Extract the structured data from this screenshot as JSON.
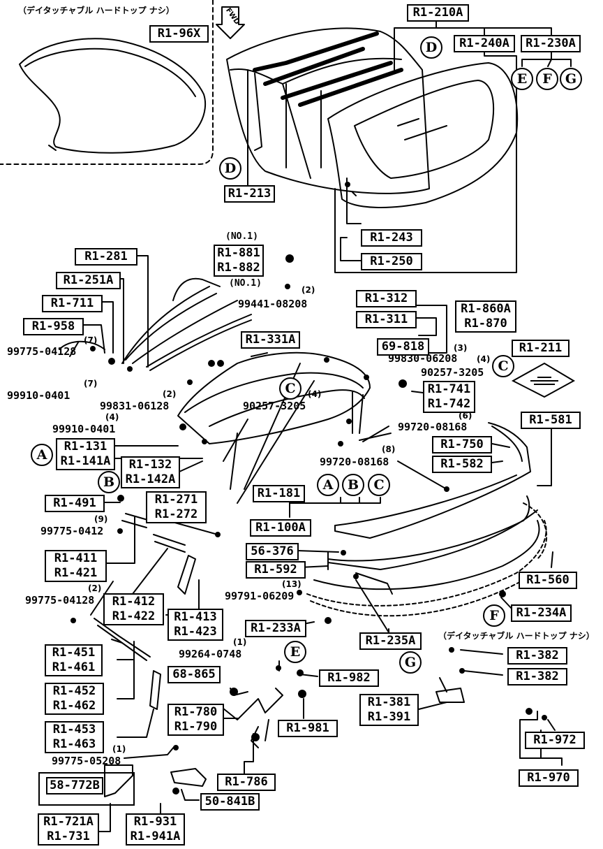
{
  "notes": {
    "top_left": "（デイタッチャブル ハードトップ ナシ）",
    "bottom_right": "（デイタッチャブル ハードトップ ナシ）",
    "fwd": "FWD"
  },
  "labels": {
    "r1_96x": "R1-96X",
    "r1_210a": "R1-210A",
    "r1_240a": "R1-240A",
    "r1_230a": "R1-230A",
    "r1_213": "R1-213",
    "r1_243": "R1-243",
    "r1_250": "R1-250",
    "r1_281": "R1-281",
    "r1_881": "R1-881",
    "r1_882": "R1-882",
    "no1_a": "(NO.1)",
    "no1_b": "(NO.1)",
    "r1_251a": "R1-251A",
    "r1_711": "R1-711",
    "r1_958": "R1-958",
    "r1_312": "R1-312",
    "r1_311": "R1-311",
    "r1_860a": "R1-860A",
    "r1_870": "R1-870",
    "r1_331a": "R1-331A",
    "n69_818": "69-818",
    "r1_211": "R1-211",
    "r1_741": "R1-741",
    "r1_742": "R1-742",
    "r1_581": "R1-581",
    "r1_131": "R1-131",
    "r1_141a": "R1-141A",
    "r1_132": "R1-132",
    "r1_142a": "R1-142A",
    "r1_750": "R1-750",
    "r1_582": "R1-582",
    "r1_491": "R1-491",
    "r1_271": "R1-271",
    "r1_272": "R1-272",
    "r1_181": "R1-181",
    "r1_100a": "R1-100A",
    "r1_411": "R1-411",
    "r1_421": "R1-421",
    "n56_376": "56-376",
    "r1_592": "R1-592",
    "r1_560": "R1-560",
    "r1_412": "R1-412",
    "r1_422": "R1-422",
    "r1_413": "R1-413",
    "r1_423": "R1-423",
    "r1_233a": "R1-233A",
    "r1_234a": "R1-234A",
    "r1_235a": "R1-235A",
    "r1_451": "R1-451",
    "r1_461": "R1-461",
    "n68_865": "68-865",
    "r1_982": "R1-982",
    "r1_382a": "R1-382",
    "r1_382b": "R1-382",
    "r1_452": "R1-452",
    "r1_462": "R1-462",
    "r1_780": "R1-780",
    "r1_790": "R1-790",
    "r1_381": "R1-381",
    "r1_391": "R1-391",
    "r1_453": "R1-453",
    "r1_463": "R1-463",
    "r1_981": "R1-981",
    "r1_972": "R1-972",
    "r1_786": "R1-786",
    "r1_970": "R1-970",
    "n58_772b": "58-772B",
    "n50_841b": "50-841B",
    "r1_721a": "R1-721A",
    "r1_731": "R1-731",
    "r1_931": "R1-931",
    "r1_941a": "R1-941A"
  },
  "part_numbers": {
    "p99441": "99441-08208",
    "p99775_a": "99775-04128",
    "p99830": "99830-06208",
    "p90257_a": "90257-3205",
    "p99910_a": "99910-0401",
    "p99831": "99831-06128",
    "p90257_b": "90257-3205",
    "p99910_b": "99910-0401",
    "p99720_a": "99720-08168",
    "p99720_b": "99720-08168",
    "p99775_b": "99775-0412",
    "p99791": "99791-06209",
    "p99775_c": "99775-04128",
    "p99264": "99264-0748",
    "p99775_d": "99775-05208"
  },
  "quantities": {
    "q2_a": "(2)",
    "q7_a": "(7)",
    "q7_b": "(7)",
    "q3": "(3)",
    "q4_a": "(4)",
    "q2_b": "(2)",
    "q4_b": "(4)",
    "q4_c": "(4)",
    "q6": "(6)",
    "q8": "(8)",
    "q9": "(9)",
    "q13": "(13)",
    "q2_c": "(2)",
    "q1_a": "(1)",
    "q1_b": "(1)"
  },
  "reference_circles": {
    "d_top": "D",
    "e_top": "E",
    "f_top": "F",
    "g_top": "G",
    "d_left": "D",
    "c_right": "C",
    "c_mid": "C",
    "a_left": "A",
    "b_left": "B",
    "a_mid": "A",
    "b_mid": "B",
    "c_mid2": "C",
    "f_low": "F",
    "e_low": "E",
    "g_low": "G"
  }
}
